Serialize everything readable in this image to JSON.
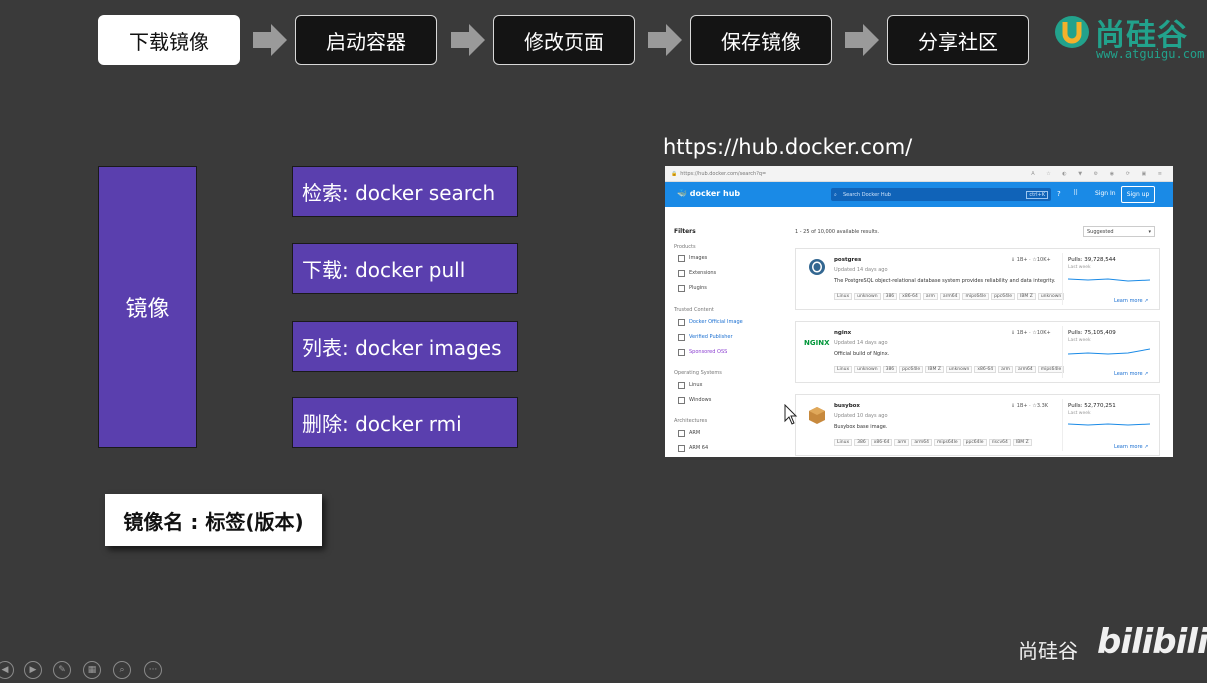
{
  "steps": [
    "下载镜像",
    "启动容器",
    "修改页面",
    "保存镜像",
    "分享社区"
  ],
  "active_step": 0,
  "logo": {
    "name": "尚硅谷",
    "url": "www.atguigu.com",
    "color": "#22a28c"
  },
  "main_box_label": "镜像",
  "commands": [
    "检索:  docker search",
    "下载:  docker pull",
    "列表:  docker images",
    "删除:  docker rmi"
  ],
  "tag_note": "镜像名 : 标签(版本)",
  "hub_url_label": "https://hub.docker.com/",
  "hub": {
    "address": "https://hub.docker.com/search?q=",
    "logo": "docker hub",
    "search_placeholder": "Search Docker Hub",
    "search_shortcut": "ctrl+K",
    "sign_in": "Sign In",
    "sign_up": "Sign up",
    "filters_title": "Filters",
    "results_count": "1 - 25 of 10,000 available results.",
    "sort": "Suggested",
    "filter_groups": [
      {
        "title": "Products",
        "items": [
          "Images",
          "Extensions",
          "Plugins"
        ]
      },
      {
        "title": "Trusted Content",
        "items": [
          "Docker Official Image",
          "Verified Publisher",
          "Sponsored OSS"
        ]
      },
      {
        "title": "Operating Systems",
        "items": [
          "Linux",
          "Windows"
        ]
      },
      {
        "title": "Architectures",
        "items": [
          "ARM",
          "ARM 64"
        ]
      }
    ],
    "cards": [
      {
        "name": "postgres",
        "updated": "Updated 14 days ago",
        "desc": "The PostgreSQL object-relational database system provides reliability and data integrity.",
        "stats": "⇓ 1B+  ·  ☆10K+",
        "pulls": "Pulls: 39,728,544",
        "last_week": "Last week",
        "learn": "Learn more ↗",
        "tags": [
          "Linux",
          "unknown",
          "386",
          "x86-64",
          "arm",
          "arm64",
          "mips64le",
          "ppc64le",
          "IBM Z",
          "unknown"
        ]
      },
      {
        "name": "nginx",
        "updated": "Updated 14 days ago",
        "desc": "Official build of Nginx.",
        "stats": "⇓ 1B+  ·  ☆10K+",
        "pulls": "Pulls: 75,105,409",
        "last_week": "Last week",
        "learn": "Learn more ↗",
        "tags": [
          "Linux",
          "unknown",
          "386",
          "ppc64le",
          "IBM Z",
          "unknown",
          "x86-64",
          "arm",
          "arm64",
          "mips64le"
        ]
      },
      {
        "name": "busybox",
        "updated": "Updated 10 days ago",
        "desc": "Busybox base image.",
        "stats": "⇓ 1B+  ·  ☆3.3K",
        "pulls": "Pulls: 52,770,251",
        "last_week": "Last week",
        "learn": "Learn more ↗",
        "tags": [
          "Linux",
          "386",
          "x86-64",
          "arm",
          "arm64",
          "mips64le",
          "ppc64le",
          "riscv64",
          "IBM Z"
        ]
      }
    ]
  },
  "watermark": {
    "left": "尚硅谷",
    "right": "bilibili"
  }
}
